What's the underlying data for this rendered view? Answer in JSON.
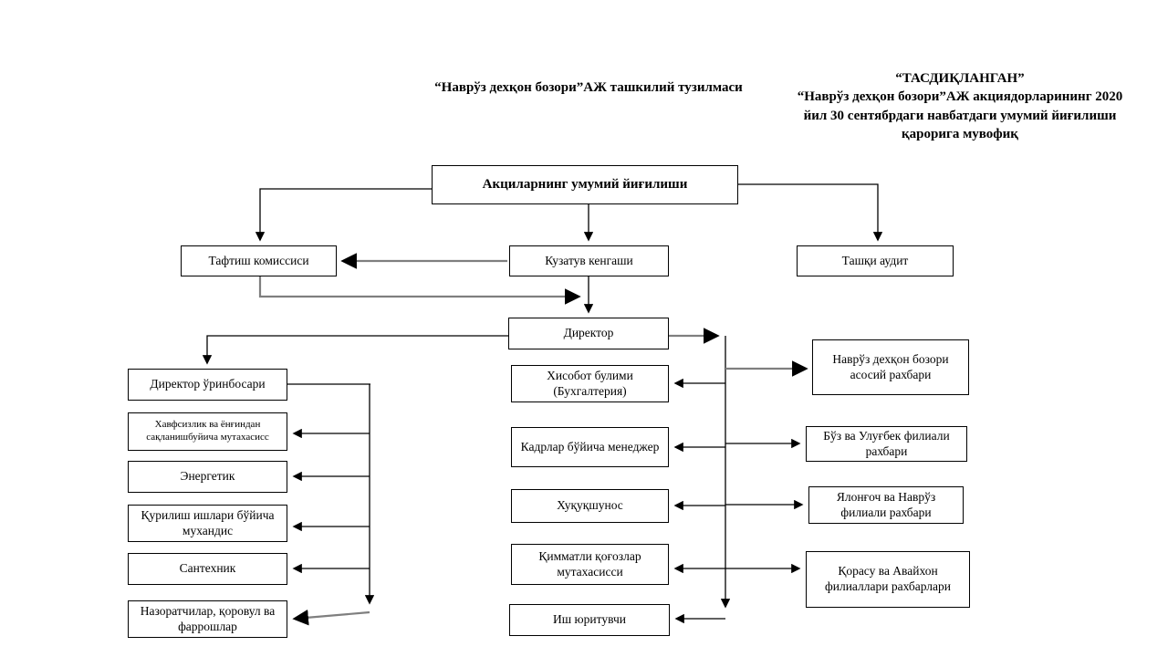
{
  "colors": {
    "background": "#ffffff",
    "box_border": "#000000",
    "line": "#000000",
    "thick_line": "#7f7f7f",
    "text": "#000000"
  },
  "titles": {
    "left": "“Наврўз дехқон бозори”АЖ ташкилий тузилмаси",
    "approval": "“ТАСДИҚЛАНГАН”\n“Наврўз дехқон бозори”АЖ акциядорларининг 2020\nйил 30 сентябрдаги навбатдаги умумий йиғилиши\nқарорига мувофиқ"
  },
  "nodes": {
    "general_meeting": {
      "label": "Акциларнинг умумий йиғилиши"
    },
    "taftish": {
      "label": "Тафтиш комиссиси"
    },
    "kuzatuv": {
      "label": "Кузатув кенгаши"
    },
    "tashqi_audit": {
      "label": "Ташқи аудит"
    },
    "direktor": {
      "label": "Директор"
    },
    "deputy": {
      "label": "Директор ўринбосари"
    },
    "safety": {
      "label": "Хавфсизлик ва ёнғиндан сақланишбуйича мутахасисс"
    },
    "energetik": {
      "label": "Энергетик"
    },
    "qurilish": {
      "label": "Қурилиш ишлари бўйича мухандис"
    },
    "santexnik": {
      "label": "Сантехник"
    },
    "nazoratchilar": {
      "label": "Назоратчилар, қоровул ва фаррошлар"
    },
    "hisobot": {
      "label": "Хисобот булими (Бухгалтерия)"
    },
    "kadrlar": {
      "label": "Кадрлар бўйича менеджер"
    },
    "huquqshunos": {
      "label": "Хуқуқшунос"
    },
    "qimmatli": {
      "label": "Қимматли қоғозлар мутахасисси"
    },
    "ish_yurituvchi": {
      "label": "Иш юритувчи"
    },
    "asosiy_rahbar": {
      "label": "Наврўз дехқон бозори асосий рахбари"
    },
    "boz_ulugbek": {
      "label": "Бўз ва Улуғбек филиали рахбари"
    },
    "yalongoch_navroz": {
      "label": "Ялонғоч ва Наврўз филиали рахбари"
    },
    "qorasu_avayxon": {
      "label": "Қорасу ва Авайхон филиаллари рахбарлари"
    }
  }
}
